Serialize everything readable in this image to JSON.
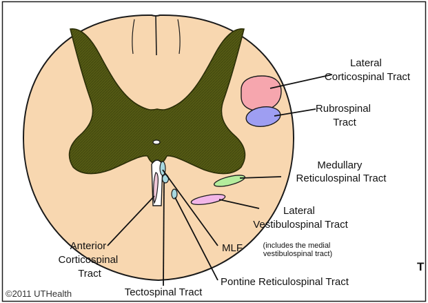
{
  "copyright": "©2011 UTHealth",
  "edge_letter": "T",
  "colors": {
    "white_matter": "#f8d7b0",
    "gray_matter": "#545a14",
    "lateral_corticospinal": "#f6a6ae",
    "rubrospinal": "#9e9ef2",
    "medullary_reticulospinal": "#b4ec9c",
    "lateral_vestibulospinal": "#f2b6e8",
    "anterior_tracts": "#a8d8e0"
  },
  "labels": {
    "lateral_corticospinal": [
      "Lateral",
      "Corticospinal Tract"
    ],
    "rubrospinal": [
      "Rubrospinal",
      "Tract"
    ],
    "medullary_reticulospinal": [
      "Medullary",
      "Reticulospinal Tract"
    ],
    "lateral_vestibulospinal": [
      "Lateral",
      "Vestibulospinal Tract"
    ],
    "mlf": "MLF",
    "mlf_note": [
      "(includes the medial",
      "vestibulospinal tract)"
    ],
    "anterior_corticospinal": [
      "Anterior",
      "Corticospinal",
      "Tract"
    ],
    "tectospinal": "Tectospinal Tract",
    "pontine_reticulospinal": "Pontine Reticulospinal Tract"
  }
}
